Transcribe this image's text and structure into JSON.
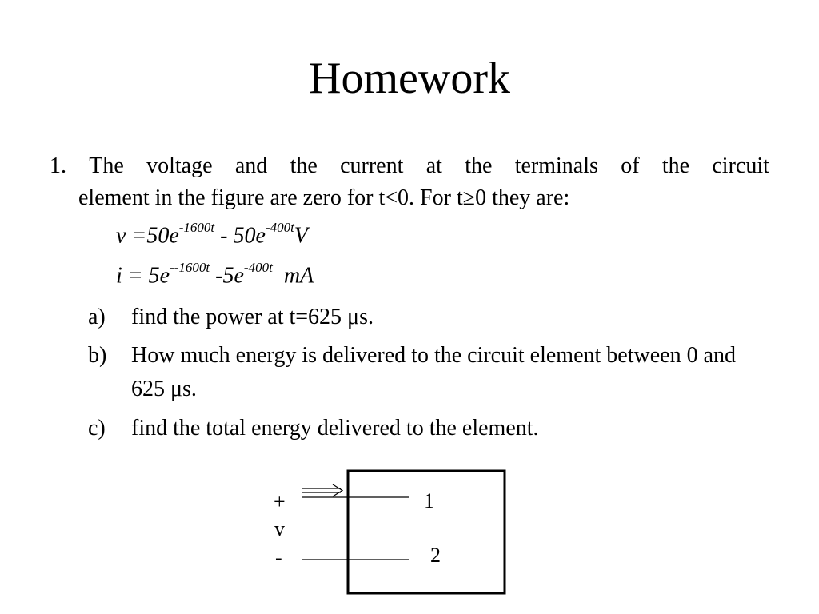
{
  "slide": {
    "title": "Homework",
    "problem": {
      "line1_words": [
        "1.",
        "The",
        "voltage",
        "and",
        "the",
        "current",
        "at",
        "the",
        "terminals",
        "of",
        "the",
        "circuit"
      ],
      "line2": "element in the figure are zero for t<0. For t≥0 they are:"
    },
    "equations": {
      "v": {
        "lhs": "v =50e",
        "exp1": "-1600t",
        "mid": " - 50e",
        "exp2": "-400t",
        "unit": "V"
      },
      "i": {
        "lhs": "i = 5e",
        "exp1": "--1600t",
        "mid": " -5e",
        "exp2": "-400t",
        "unit": "  mA"
      }
    },
    "items": [
      {
        "marker": "a)",
        "text": "find the power at t=625 μs."
      },
      {
        "marker": "b)",
        "text": "How much energy is delivered to the circuit element between 0 and 625 μs."
      },
      {
        "marker": "c)",
        "text": "find the total energy delivered to the element."
      }
    ],
    "circuit": {
      "plus": "+",
      "v": "v",
      "minus": "-",
      "terminal1": "1",
      "terminal2": "2"
    }
  }
}
